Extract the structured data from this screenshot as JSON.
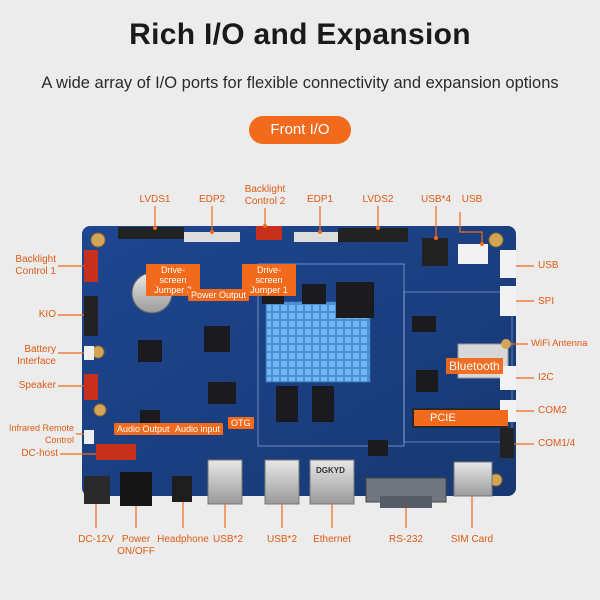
{
  "header": {
    "title": "Rich I/O and Expansion",
    "subtitle": "A wide array of I/O ports for flexible connectivity and expansion options",
    "badge": "Front I/O"
  },
  "labels": {
    "top": [
      "LVDS1",
      "EDP2",
      "Backlight Control 2",
      "EDP1",
      "LVDS2",
      "USB*4",
      "USB"
    ],
    "left": [
      "Backlight Control 1",
      "KIO",
      "Battery Interface",
      "Speaker",
      "Infrared Remote Control",
      "DC-host"
    ],
    "right": [
      "USB",
      "SPI",
      "WiFi Antenna",
      "I2C",
      "COM2",
      "COM1/4"
    ],
    "bottom": [
      "DC-12V",
      "Power ON/OFF",
      "Headphone",
      "USB*2",
      "USB*2",
      "Ethernet",
      "RS-232",
      "SIM Card"
    ]
  },
  "board_tags": {
    "drive_screen_jumper_2": "Drive-screen Jumper 2",
    "drive_screen_jumper_1": "Drive-screen Jumper 1",
    "power_output": "Power Output",
    "audio_output": "Audio Output",
    "audio_input": "Audio input",
    "otg": "OTG",
    "bluetooth": "Bluetooth",
    "pcie": "PCIE",
    "ethernet_jack_print": "DGKYD"
  },
  "colors": {
    "accent": "#f26a1b",
    "label": "#e15a12",
    "board": "#1c3f83",
    "heatsink": "#5fa8e8"
  }
}
